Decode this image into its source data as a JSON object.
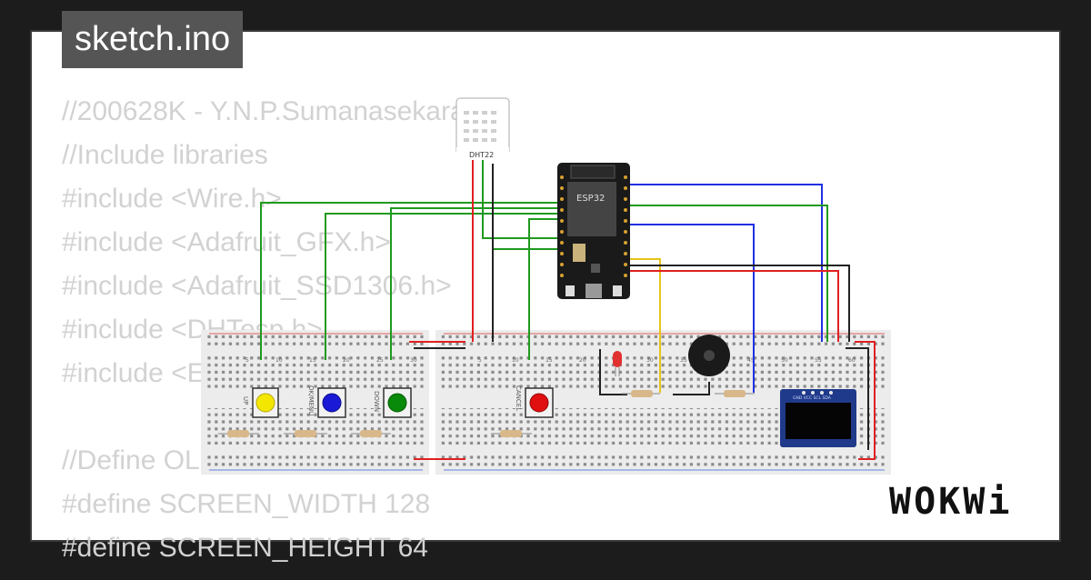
{
  "title": "sketch.ino",
  "code_lines": [
    "//200628K - Y.N.P.Sumanasekara",
    "//Include libraries",
    "#include <Wire.h>",
    "#include <Adafruit_GFX.h>",
    "#include <Adafruit_SSD1306.h>",
    "#include <DHTesp.h>",
    "#include <ESP32Time.h>",
    "",
    "//Define OLED parameters",
    "#define SCREEN_WIDTH 128",
    "#define SCREEN_HEIGHT 64"
  ],
  "logo": "WOKWi",
  "circuit": {
    "sensor_label": "DHT22",
    "mcu_label": "ESP32",
    "buttons": [
      {
        "label": "UP",
        "color": "#f3e600"
      },
      {
        "label": "OK/MENU",
        "color": "#1a1ad6"
      },
      {
        "label": "DOWN",
        "color": "#0a8a0a"
      },
      {
        "label": "CANCEL",
        "color": "#e01010"
      }
    ],
    "breadboard_numbers": [
      "5",
      "10",
      "15",
      "20",
      "25",
      "30",
      "35",
      "40",
      "45",
      "50",
      "55",
      "60"
    ],
    "oled_pins": "GND VCC SCL SDA",
    "wire_colors": {
      "green": "#1f9a1f",
      "red": "#e02020",
      "black": "#222222",
      "blue": "#2030e0",
      "yellow": "#e8c41a"
    }
  }
}
